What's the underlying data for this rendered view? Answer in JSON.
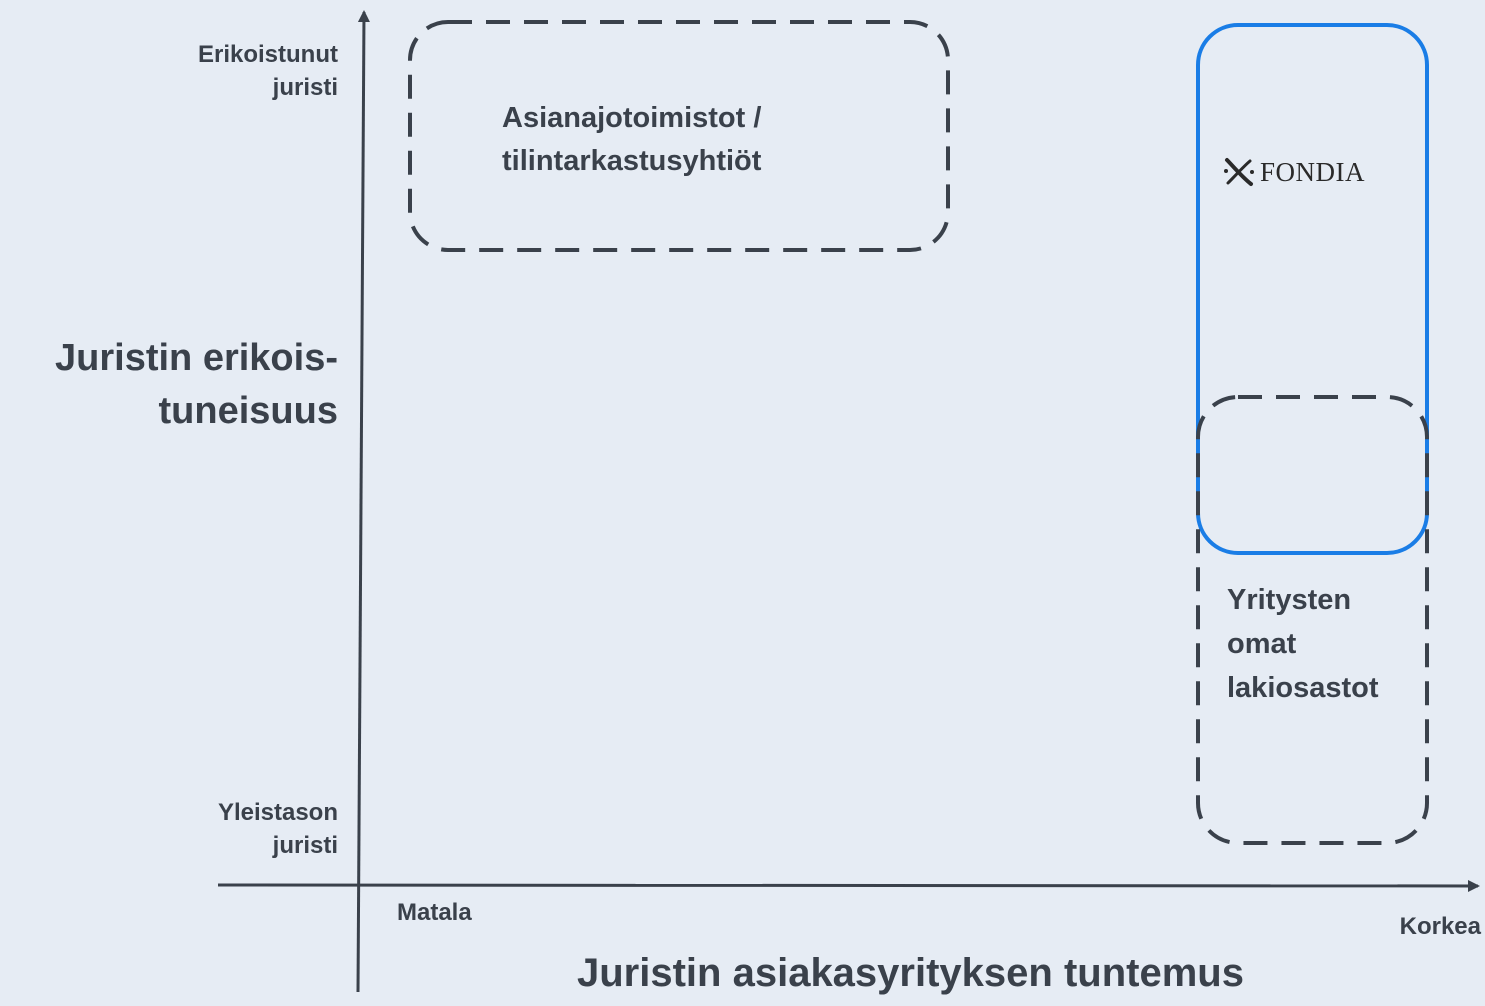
{
  "y_axis": {
    "top_label": "Erikoistunut\njuristi",
    "bottom_label": "Yleistason\njuristi",
    "title": "Juristin erikois-\ntuneisuus"
  },
  "x_axis": {
    "left_label": "Matala",
    "right_label": "Korkea",
    "title": "Juristin asiakasyrityksen tuntemus"
  },
  "regions": {
    "law_firms": "Asianajotoimistot /\ntilintarkastusyhtiöt",
    "in_house": "Yritysten\nomat\nlakiosastot"
  },
  "logo": {
    "text": "FONDIA",
    "icon": "fondia-x-mark-icon"
  },
  "colors": {
    "background": "#e6ecf4",
    "axis": "#3a414b",
    "fondia_box": "#1a7de6",
    "dashed_box": "#3a414b"
  }
}
